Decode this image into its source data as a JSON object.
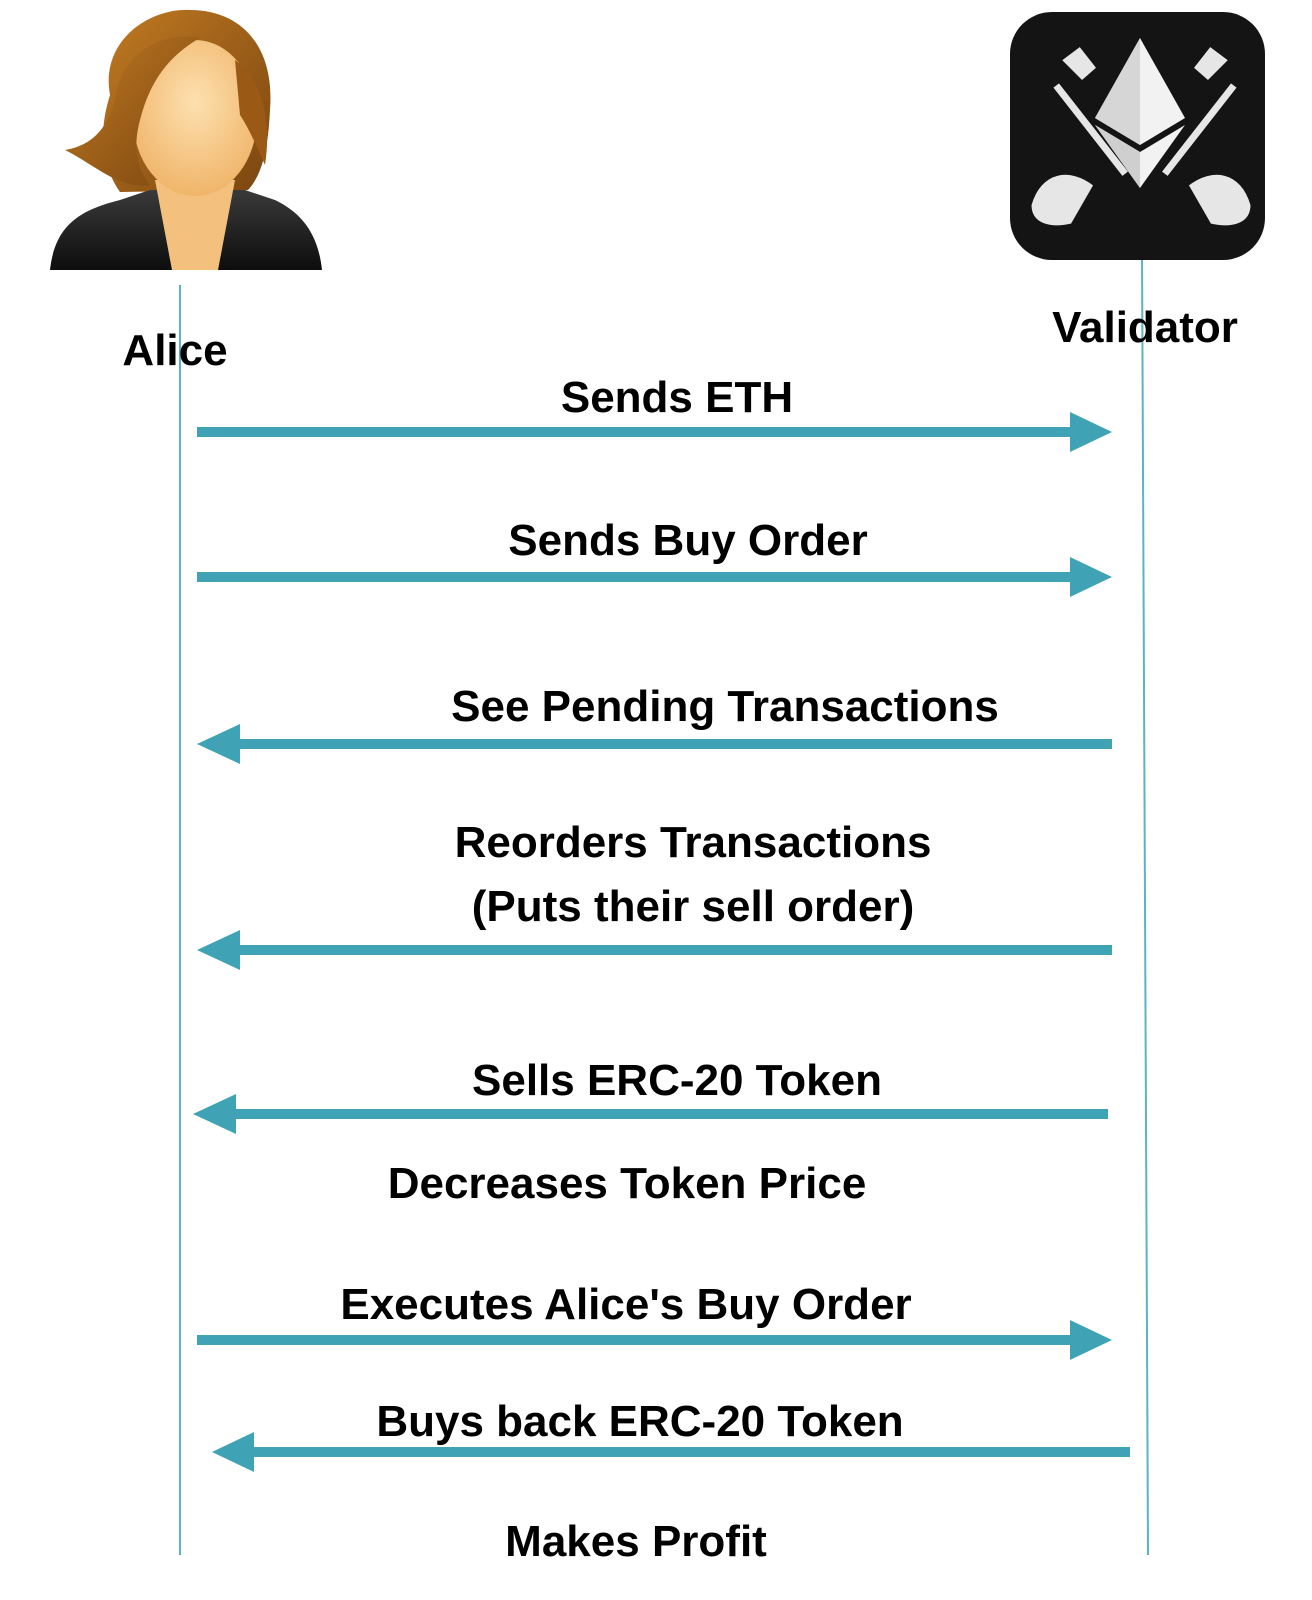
{
  "participants": {
    "alice": {
      "label": "Alice",
      "icon": "woman-avatar-icon"
    },
    "validator": {
      "label": "Validator",
      "icon": "ethereum-miner-icon"
    }
  },
  "messages": [
    {
      "id": "sends-eth",
      "label": "Sends ETH",
      "direction": "right"
    },
    {
      "id": "sends-buy-order",
      "label": "Sends Buy Order",
      "direction": "right"
    },
    {
      "id": "see-pending",
      "label": "See Pending Transactions",
      "direction": "left"
    },
    {
      "id": "reorders",
      "label": "Reorders Transactions",
      "label2": "(Puts their sell order)",
      "direction": "left"
    },
    {
      "id": "sells-token",
      "label": "Sells ERC-20 Token",
      "direction": "left"
    }
  ],
  "notes": {
    "decreases_price": "Decreases Token Price",
    "makes_profit": "Makes Profit"
  },
  "messages2": [
    {
      "id": "executes-buy",
      "label": "Executes Alice's Buy Order",
      "direction": "right"
    },
    {
      "id": "buys-back",
      "label": "Buys back ERC-20 Token",
      "direction": "left"
    }
  ],
  "colors": {
    "arrow": "#3fa3b5",
    "lifeline": "#5ab4c2",
    "icon_bg": "#141414",
    "hair": "#a8661a",
    "skin": "#f7c98a"
  }
}
